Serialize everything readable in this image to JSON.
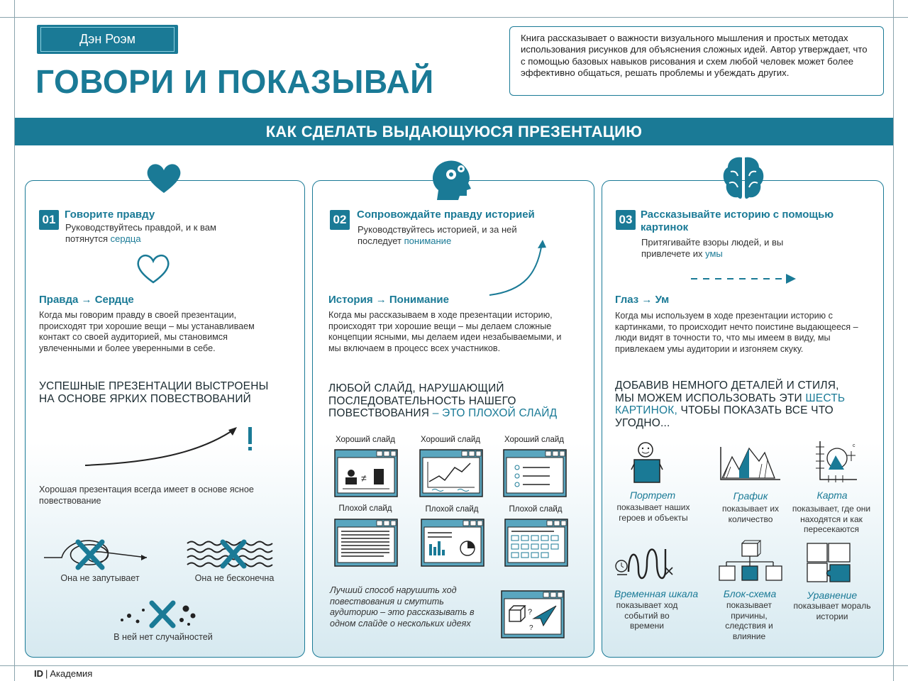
{
  "header": {
    "author": "Дэн Роэм",
    "title": "ГОВОРИ И ПОКАЗЫВАЙ",
    "description": "Книга рассказывает о важности визуального мышления и простых методах использования рисунков для объяснения сложных идей. Автор утверждает, что с помощью базовых навыков рисования и схем любой человек может более эффективно общаться, решать проблемы и убеждать других."
  },
  "banner": "КАК СДЕЛАТЬ ВЫДАЮЩУЮСЯ ПРЕЗЕНТАЦИЮ",
  "col1": {
    "num": "01",
    "title": "Говорите правду",
    "sub_a": "Руководствуйтесь правдой, и к вам потянутся",
    "sub_b": "сердца",
    "formula": "Правда → Сердце",
    "text": "Когда мы говорим правду в своей презентации, происходят три хорошие вещи – мы устанавливаем контакт со своей аудиторией, мы становимся увлеченными и более уверенными в себе.",
    "caps": "УСПЕШНЫЕ ПРЕЗЕНТАЦИИ ВЫСТРОЕНЫ НА ОСНОВЕ ЯРКИХ ПОВЕСТВОВАНИЙ",
    "good": "Хорошая презентация всегда имеет в основе ясное повествование",
    "not1": "Она не запутывает",
    "not2": "Она не бесконечна",
    "not3": "В ней нет случайностей"
  },
  "col2": {
    "num": "02",
    "title": "Сопровождайте правду историей",
    "sub_a": "Руководствуйтесь историей, и за ней последует",
    "sub_b": "понимание",
    "formula": "История → Понимание",
    "text": "Когда мы рассказываем в ходе презентации историю, происходят три хорошие вещи – мы делаем сложные концепции ясными, мы делаем идеи незабываемыми, и мы включаем в процесс всех участников.",
    "caps_a": "ЛЮБОЙ СЛАЙД, НАРУШАЮЩИЙ ПОСЛЕДОВАТЕЛЬНОСТЬ НАШЕГО ПОВЕСТВОВАНИЯ",
    "caps_b": "– ЭТО ПЛОХОЙ СЛАЙД",
    "good_slide": "Хороший слайд",
    "bad_slide": "Плохой слайд",
    "best": "Лучший способ нарушить ход повествования и смутить аудиторию – это рассказывать в одном слайде о нескольких идеях"
  },
  "col3": {
    "num": "03",
    "title": "Рассказывайте историю с помощью картинок",
    "sub_a": "Притягивайте взоры людей, и вы привлечете их",
    "sub_b": "умы",
    "formula": "Глаз → Ум",
    "text": "Когда мы используем в ходе презентации историю с картинками, то происходит нечто поистине выдающееся – люди видят в точности то, что мы имеем в виду, мы привлекаем умы аудитории и изгоняем скуку.",
    "caps_a": "ДОБАВИВ НЕМНОГО ДЕТАЛЕЙ И СТИЛЯ, МЫ МОЖЕМ ИСПОЛЬЗОВАТЬ ЭТИ",
    "caps_b": "ШЕСТЬ КАРТИНОК,",
    "caps_c": "ЧТОБЫ ПОКАЗАТЬ ВСЕ ЧТО УГОДНО...",
    "icons": [
      {
        "title": "Портрет",
        "desc": "показывает наших героев и объекты"
      },
      {
        "title": "График",
        "desc": "показывает их количество"
      },
      {
        "title": "Карта",
        "desc": "показывает, где они находятся и как пересекаются"
      },
      {
        "title": "Временная шкала",
        "desc": "показывает ход событий во времени"
      },
      {
        "title": "Блок-схема",
        "desc": "показывает причины, следствия и влияние"
      },
      {
        "title": "Уравнение",
        "desc": "показывает мораль истории"
      }
    ]
  },
  "footer": {
    "logo": "ID",
    "brand": "Академия"
  },
  "colors": {
    "accent": "#1a7a96",
    "dark": "#1a2a30"
  }
}
